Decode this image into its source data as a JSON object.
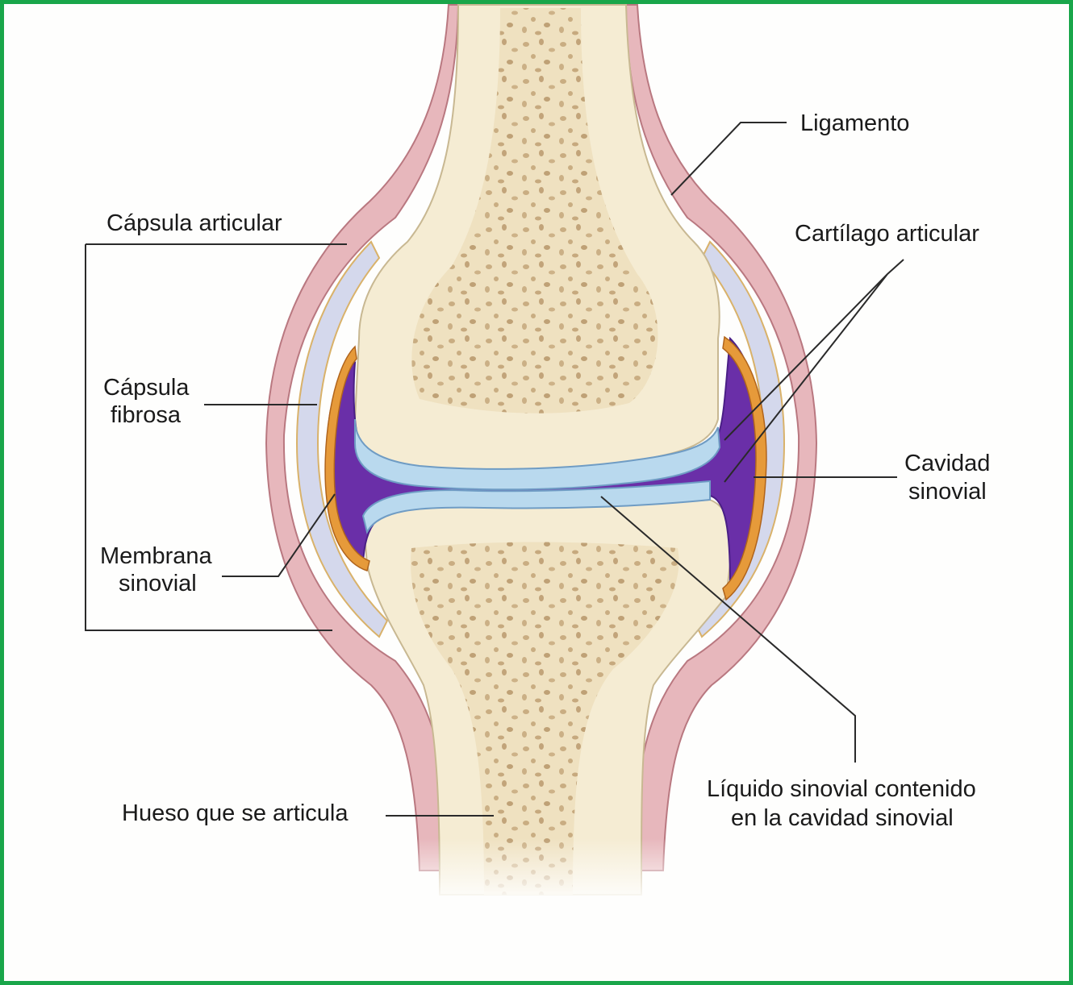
{
  "colors": {
    "frame": "#19a64a",
    "bone": "#f5ecd3",
    "spongy_bone": "#c9ad82",
    "ligament": "#e7b7bc",
    "capsule": "#d4d8ec",
    "cartilage": "#b9d9ee",
    "synovial_fluid": "#6a2fa8",
    "synovial_membrane": "#e69a3a"
  },
  "labels": {
    "ligamento": "Ligamento",
    "capsula_articular": "Cápsula articular",
    "cartilago_articular": "Cartílago articular",
    "capsula_fibrosa_1": "Cápsula",
    "capsula_fibrosa_2": "fibrosa",
    "cavidad_sinovial_1": "Cavidad",
    "cavidad_sinovial_2": "sinovial",
    "membrana_sinovial_1": "Membrana",
    "membrana_sinovial_2": "sinovial",
    "liquido_sinovial_1": "Líquido sinovial contenido",
    "liquido_sinovial_2": "en la cavidad sinovial",
    "hueso": "Hueso que se articula"
  }
}
